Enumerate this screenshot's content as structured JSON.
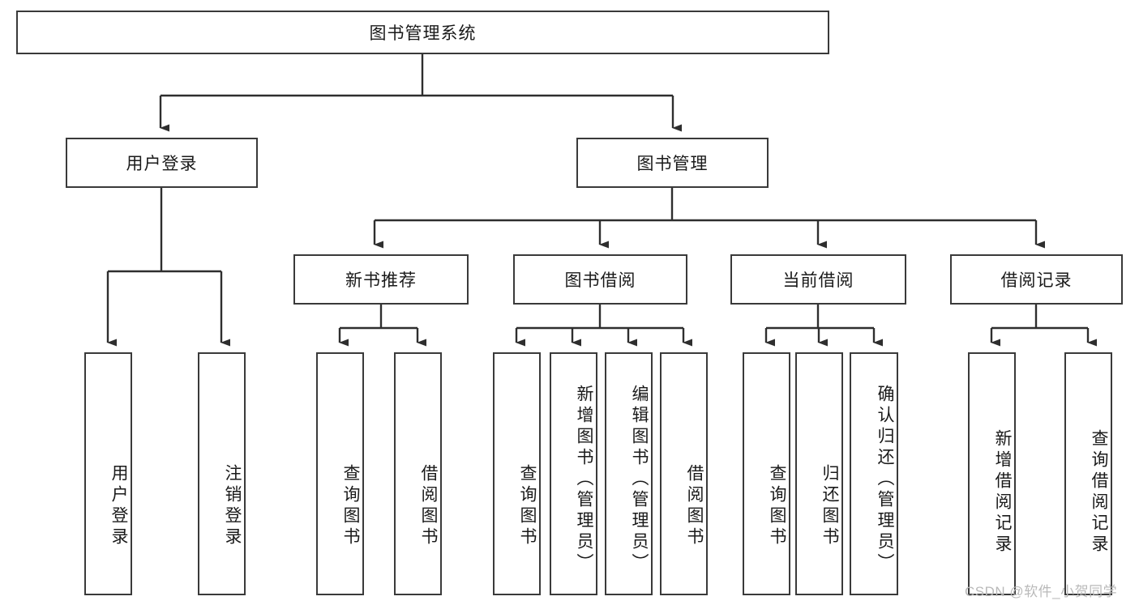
{
  "diagram": {
    "title_node": {
      "label": "图书管理系统"
    },
    "level2": [
      {
        "id": "user-login",
        "label": "用户登录"
      },
      {
        "id": "book-management",
        "label": "图书管理"
      }
    ],
    "level3": [
      {
        "id": "new-book-recommend",
        "label": "新书推荐"
      },
      {
        "id": "book-borrow",
        "label": "图书借阅"
      },
      {
        "id": "current-borrow",
        "label": "当前借阅"
      },
      {
        "id": "borrow-records",
        "label": "借阅记录"
      }
    ],
    "leaves": {
      "user_login": [
        {
          "id": "leaf-user-login",
          "label": "用户登录"
        },
        {
          "id": "leaf-logout",
          "label": "注销登录"
        }
      ],
      "new_book_recommend": [
        {
          "id": "leaf-query-book-1",
          "label": "查询图书"
        },
        {
          "id": "leaf-borrow-book-1",
          "label": "借阅图书"
        }
      ],
      "book_borrow": [
        {
          "id": "leaf-query-book-2",
          "label": "查询图书"
        },
        {
          "id": "leaf-add-book",
          "label": "新增图书（管理员）"
        },
        {
          "id": "leaf-edit-book",
          "label": "编辑图书（管理员）"
        },
        {
          "id": "leaf-borrow-book-2",
          "label": "借阅图书"
        }
      ],
      "current_borrow": [
        {
          "id": "leaf-query-book-3",
          "label": "查询图书"
        },
        {
          "id": "leaf-return-book",
          "label": "归还图书"
        },
        {
          "id": "leaf-confirm-return",
          "label": "确认归还（管理员）"
        }
      ],
      "borrow_records": [
        {
          "id": "leaf-add-record",
          "label": "新增借阅记录"
        },
        {
          "id": "leaf-query-record",
          "label": "查询借阅记录"
        }
      ]
    },
    "watermark": "CSDN @软件_小贺同学",
    "colors": {
      "stroke": "#3a3a3a",
      "background": "#ffffff",
      "text": "#1a1a1a",
      "watermark": "#b9b9b9"
    }
  }
}
